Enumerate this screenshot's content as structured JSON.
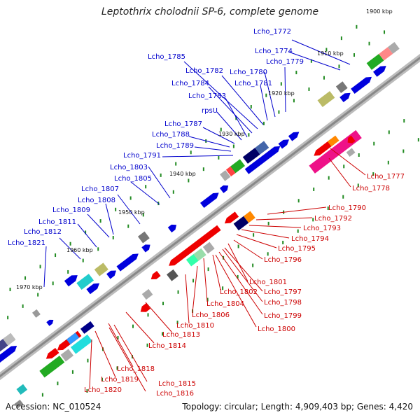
{
  "title": "Leptothrix cholodnii SP-6, complete genome",
  "accession": "Accession: NC_010524",
  "summary": "Topology: circular; Length: 4,909,403 bp; Genes: 4,420",
  "colors": {
    "forward_label": "#0000cc",
    "reverse_label": "#cc0000",
    "backbone": "#999999",
    "tick": "#228b22"
  },
  "kbp_labels": [
    "1900 kbp",
    "1910 kbp",
    "1920 kbp",
    "1930 kbp",
    "1940 kbp",
    "1950 kbp",
    "1960 kbp",
    "1970 kbp"
  ],
  "forward_labels": [
    "Lcho_1772",
    "Lcho_1774",
    "Lcho_1779",
    "Lcho_1780",
    "Lcho_1781",
    "Lcho_1782",
    "Lcho_1785",
    "Lcho_1784",
    "Lcho_1783",
    "rpsU",
    "Lcho_1787",
    "Lcho_1788",
    "Lcho_1789",
    "Lcho_1791",
    "Lcho_1803",
    "Lcho_1805",
    "Lcho_1807",
    "Lcho_1808",
    "Lcho_1809",
    "Lcho_1811",
    "Lcho_1812",
    "Lcho_1821"
  ],
  "reverse_labels": [
    "Lcho_1777",
    "Lcho_1778",
    "Lcho_1790",
    "Lcho_1792",
    "Lcho_1793",
    "Lcho_1794",
    "Lcho_1795",
    "Lcho_1796",
    "Lcho_1801",
    "Lcho_1797",
    "Lcho_1802",
    "Lcho_1798",
    "Lcho_1804",
    "Lcho_1799",
    "Lcho_1806",
    "Lcho_1800",
    "Lcho_1810",
    "Lcho_1813",
    "Lcho_1814",
    "Lcho_1818",
    "Lcho_1819",
    "Lcho_1815",
    "Lcho_1820",
    "Lcho_1816"
  ]
}
